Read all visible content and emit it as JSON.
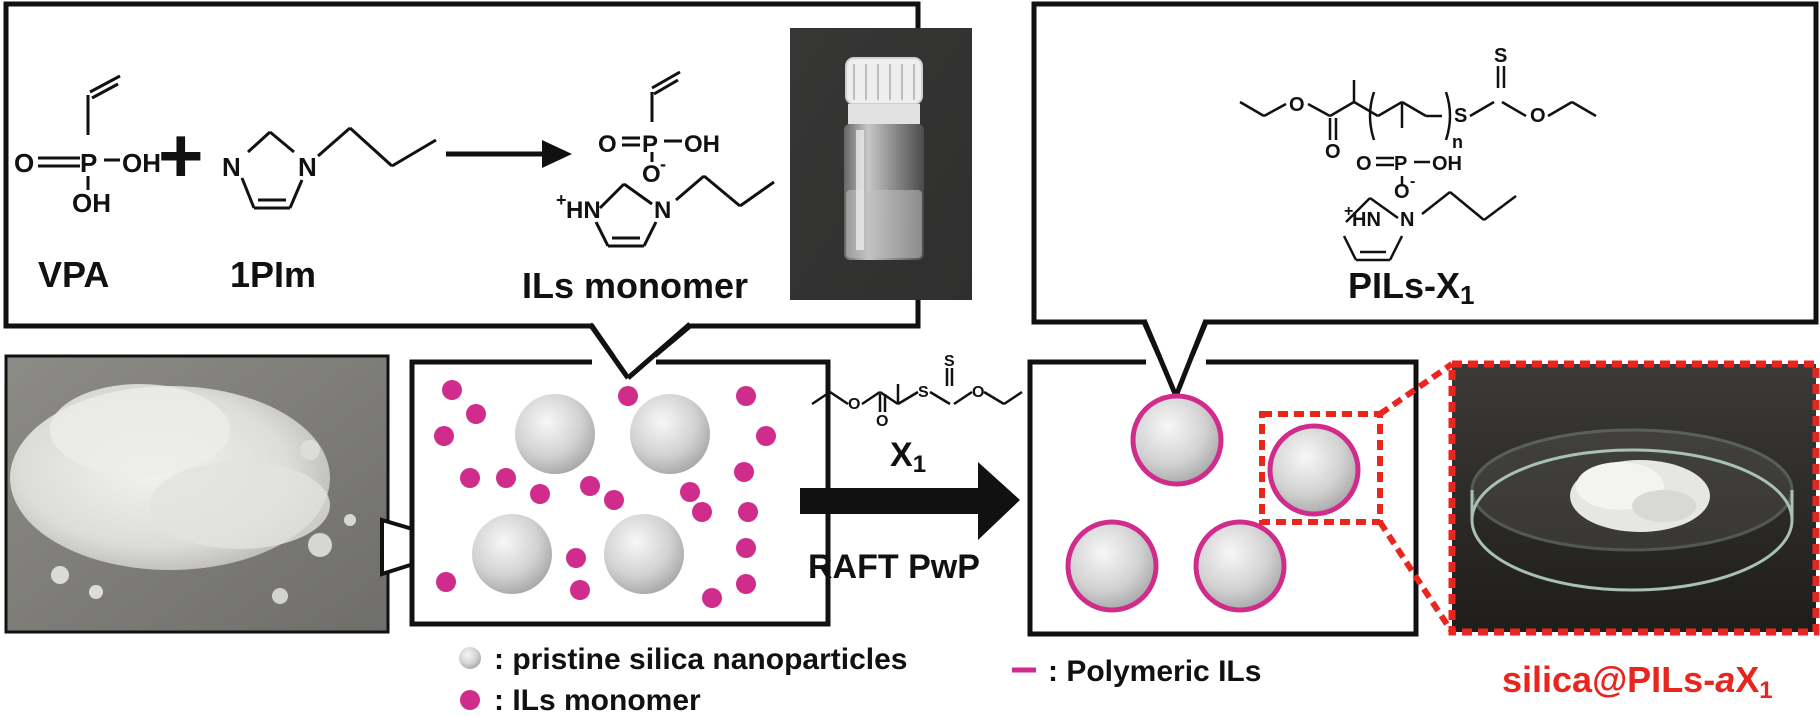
{
  "synthesis": {
    "vpa": {
      "label": "VPA",
      "o": "O",
      "p": "P",
      "oh": "OH",
      "oh2": "OH"
    },
    "plus": "+",
    "pim": {
      "label": "1PIm",
      "n1": "N",
      "n2": "N"
    },
    "product": {
      "label": "ILs monomer",
      "o": "O",
      "p": "P",
      "oh": "OH",
      "ominus": "O",
      "minus": "-",
      "hn": "HN",
      "plus": "+",
      "n": "N"
    }
  },
  "pils": {
    "label": "PILs-X",
    "label_sub": "1",
    "subscript_n": "n",
    "s_top": "S",
    "s_chain": "S",
    "o1": "O",
    "o2": "O",
    "o3": "O",
    "p": "P",
    "oh": "OH",
    "ominus": "O",
    "minus": "-",
    "hn": "HN",
    "plus": "+",
    "n": "N"
  },
  "reaction": {
    "agent_label": "X",
    "agent_sub": "1",
    "method": "RAFT PwP",
    "s1": "S",
    "s2": "S",
    "o1": "O",
    "o2": "O",
    "o3": "O"
  },
  "legend": {
    "pristine": ": pristine silica nanoparticles",
    "monomer": ": ILs monomer",
    "polymeric": ": Polymeric ILs"
  },
  "result": {
    "label_prefix": "silica@PILs-",
    "label_italic": "a",
    "label_x": "X",
    "label_sub": "1"
  },
  "colors": {
    "magenta": "#d02c8c",
    "red": "#e8261e",
    "silica_light": "#f4f4f4",
    "silica_dark": "#a8a8a8"
  }
}
